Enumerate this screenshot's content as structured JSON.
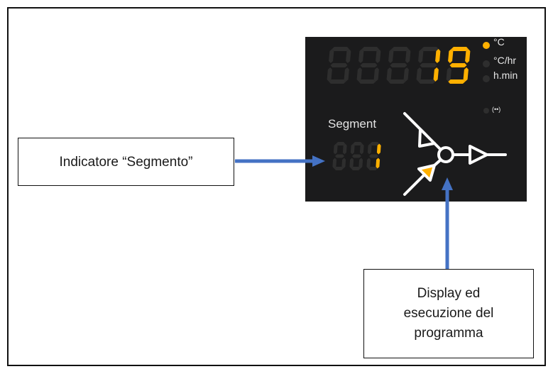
{
  "display": {
    "main_value": "19",
    "segment_value": "1",
    "segment_label": "Segment",
    "units": [
      {
        "label": "°C",
        "active": true
      },
      {
        "label": "°C/hr",
        "active": false
      },
      {
        "label": "h.min",
        "active": false
      }
    ],
    "signal_label": "(••)"
  },
  "callouts": {
    "segment_indicator": "Indicatore “Segmento”",
    "program_display_lines": [
      "Display ed",
      "esecuzione del",
      "programma"
    ]
  },
  "colors": {
    "panel_bg": "#1b1b1c",
    "led_on": "#ffb000",
    "led_off": "#2e2e2e",
    "arrow": "#4472c4",
    "symbol_white": "#ffffff"
  }
}
